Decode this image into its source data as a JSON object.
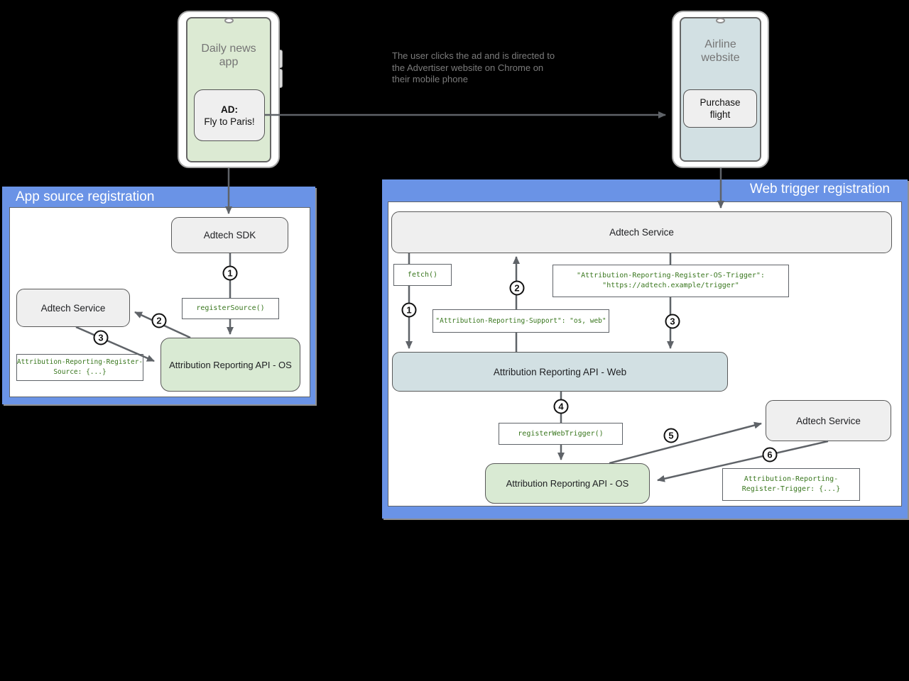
{
  "colors": {
    "background": "#000000",
    "panel_blue": "#6a93e6",
    "box_gray": "#efefef",
    "box_green": "#d9ead3",
    "box_cyan": "#d2e0e3",
    "code_green": "#38761d",
    "arrow_gray": "#5f6368",
    "muted_text": "#7b7b7b"
  },
  "phone_left": {
    "label_line1": "Daily news",
    "label_line2": "app",
    "ad_line1": "AD:",
    "ad_line2": "Fly to Paris!"
  },
  "phone_right": {
    "label_line1": "Airline",
    "label_line2": "website",
    "button_line1": "Purchase",
    "button_line2": "flight"
  },
  "annotation": {
    "line1": "The user clicks the ad and is directed to",
    "line2": "the Advertiser website on Chrome on",
    "line3": "their mobile phone"
  },
  "left_panel": {
    "title": "App source registration",
    "adtech_sdk": "Adtech SDK",
    "adtech_service": "Adtech Service",
    "register_source_call": "registerSource()",
    "register_source_header_line1": "Attribution-Reporting-Register-",
    "register_source_header_line2": "Source: {...}",
    "api_os": "Attribution Reporting API - OS",
    "step1": "1",
    "step2": "2",
    "step3": "3"
  },
  "right_panel": {
    "title": "Web trigger registration",
    "adtech_service_top": "Adtech Service",
    "fetch_call": "fetch()",
    "os_trigger_header_line1": "\"Attribution-Reporting-Register-OS-Trigger\":",
    "os_trigger_header_line2": "\"https://adtech.example/trigger\"",
    "support_header": "\"Attribution-Reporting-Support\": \"os, web\"",
    "api_web": "Attribution Reporting API - Web",
    "register_web_trigger_call": "registerWebTrigger()",
    "api_os": "Attribution Reporting API - OS",
    "adtech_service_side": "Adtech Service",
    "register_trigger_header_line1": "Attribution-Reporting-",
    "register_trigger_header_line2": "Register-Trigger: {...}",
    "step1": "1",
    "step2": "2",
    "step3": "3",
    "step4": "4",
    "step5": "5",
    "step6": "6"
  }
}
